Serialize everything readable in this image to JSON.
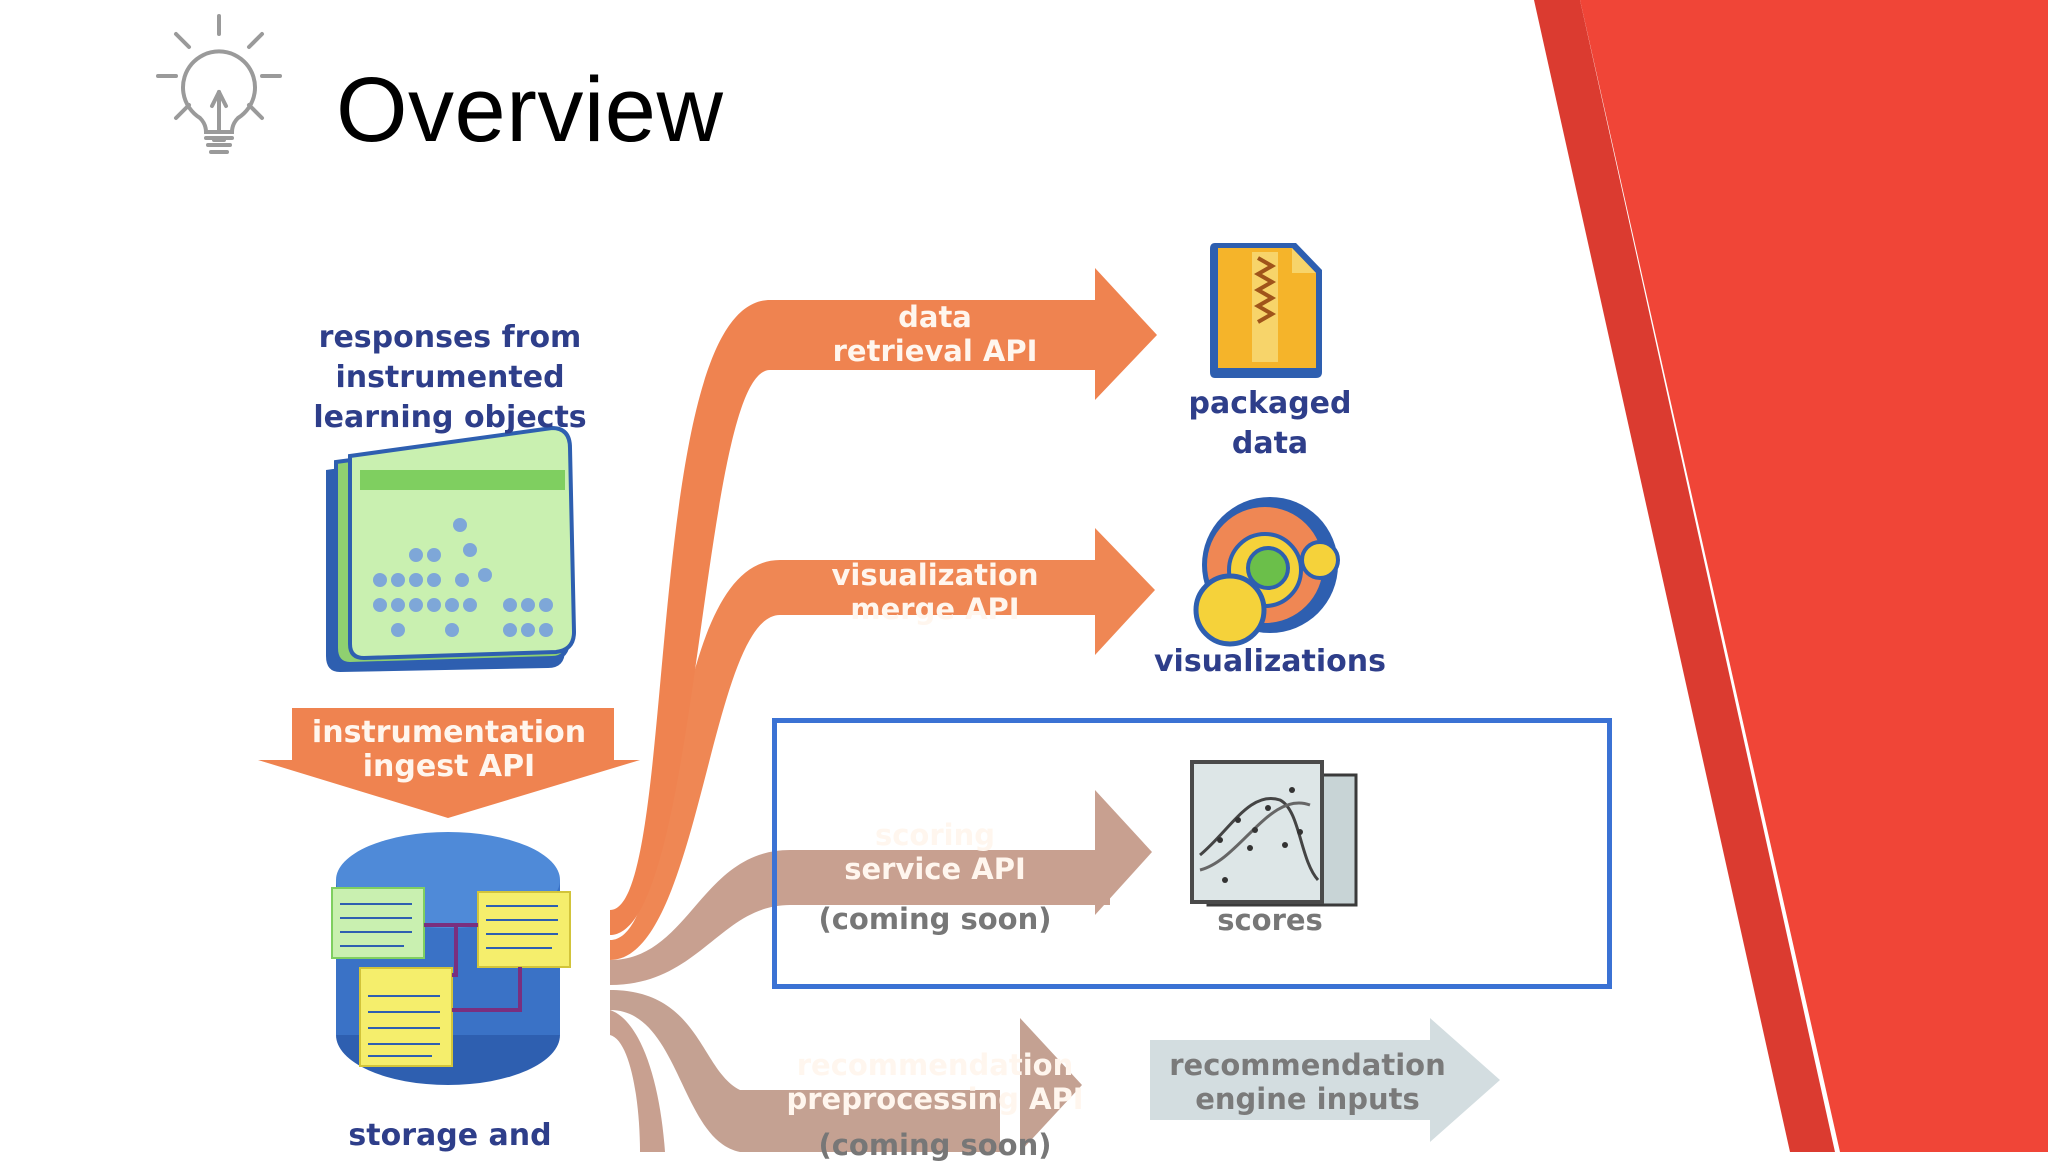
{
  "slide": {
    "title": "Overview",
    "icon": "lightbulb-icon",
    "accent_color": "#f04537",
    "accent_dark": "#db3b30",
    "highlight_color": "#3b72d4"
  },
  "diagram": {
    "source": {
      "lines": [
        "responses from",
        "instrumented",
        "learning objects"
      ]
    },
    "ingest_api": {
      "lines": [
        "instrumentation",
        "ingest API"
      ]
    },
    "storage": {
      "lines": [
        "storage and"
      ]
    },
    "flows": [
      {
        "id": "data-retrieval",
        "lines": [
          "data",
          "retrieval API"
        ],
        "output_lines": [
          "packaged",
          "data"
        ],
        "output_icon": "zip-file-icon"
      },
      {
        "id": "visualization",
        "lines": [
          "visualization",
          "merge API"
        ],
        "output_lines": [
          "visualizations"
        ],
        "output_icon": "venn-circles-icon"
      },
      {
        "id": "scoring",
        "lines": [
          "scoring",
          "service API"
        ],
        "note": "(coming soon)",
        "output_lines": [
          "scores"
        ],
        "output_icon": "scatter-plot-icon"
      },
      {
        "id": "recommendation",
        "lines": [
          "recommendation",
          "preprocessing API"
        ],
        "note": "(coming soon)",
        "output_lines": [
          "recommendation",
          "engine inputs"
        ],
        "output_icon": "arrow-icon"
      }
    ]
  }
}
